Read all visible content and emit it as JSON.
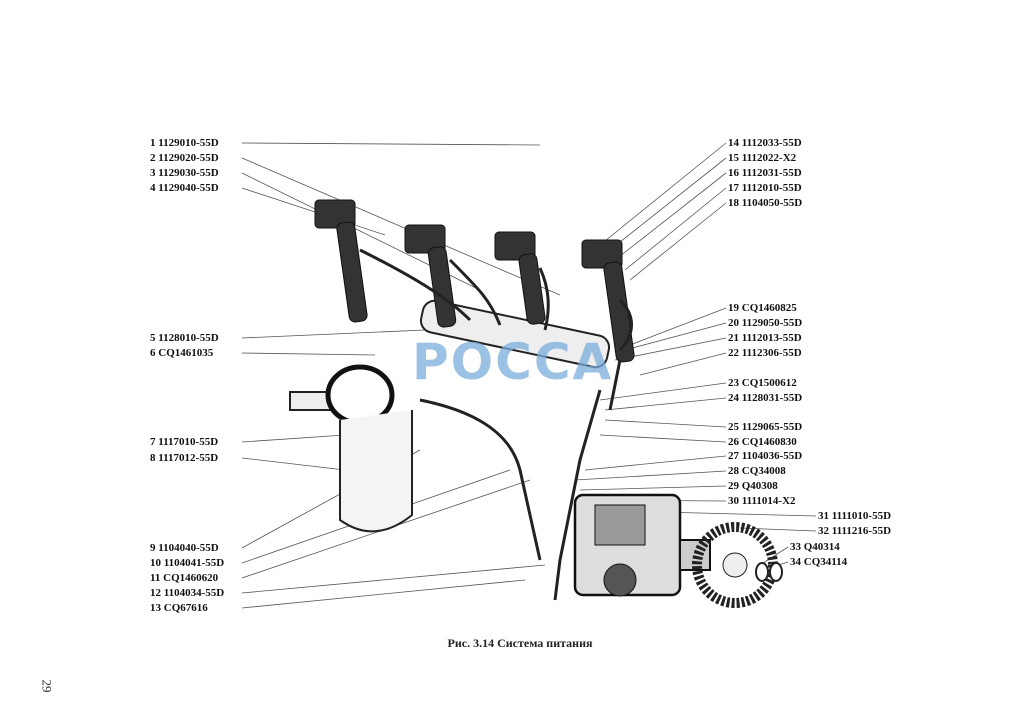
{
  "figure": {
    "caption": "Рис. 3.14 Система питания",
    "page_number": "29",
    "watermark": "РОССА",
    "left_labels": [
      "1 1129010-55D",
      "2 1129020-55D",
      "3 1129030-55D",
      "4 1129040-55D",
      "5 1128010-55D",
      "6 CQ1461035",
      "7 1117010-55D",
      "8 1117012-55D",
      "9 1104040-55D",
      "10 1104041-55D",
      "11 CQ1460620",
      "12 1104034-55D",
      "13 CQ67616"
    ],
    "right_labels": [
      "14 1112033-55D",
      "15 1112022-X2",
      "16 1112031-55D",
      "17 1112010-55D",
      "18 1104050-55D",
      "19 CQ1460825",
      "20 1129050-55D",
      "21 1112013-55D",
      "22 1112306-55D",
      "23 CQ1500612",
      "24 1128031-55D",
      "25 1129065-55D",
      "26 CQ1460830",
      "27 1104036-55D",
      "28 CQ34008",
      "29 Q40308",
      "30 1111014-X2",
      "31 1111010-55D",
      "32 1111216-55D",
      "33 Q40314",
      "34 CQ34114"
    ]
  }
}
